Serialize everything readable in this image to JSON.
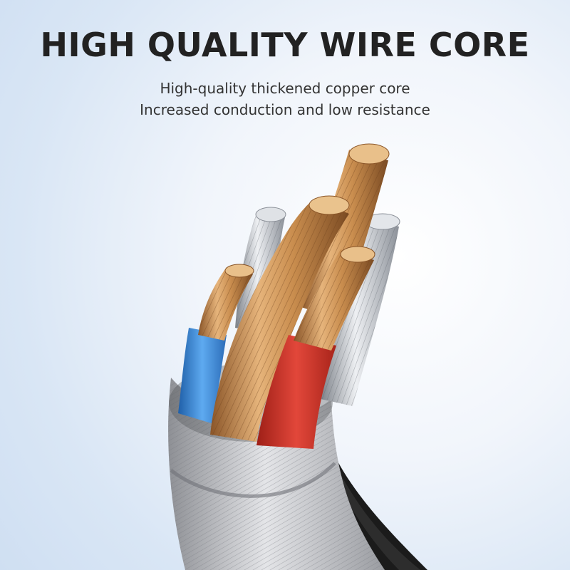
{
  "headline": "HIGH QUALITY WIRE CORE",
  "subtitle": {
    "line1": "High-quality thickened copper core",
    "line2": "Increased conduction and low resistance"
  },
  "colors": {
    "copper": "#c98d4e",
    "blue_insulation": "#3f8fdc",
    "red_insulation": "#d7382b",
    "silver": "#b8bcc2",
    "braid": "#c5c6c9",
    "outer_jacket": "#1b1b1b"
  }
}
